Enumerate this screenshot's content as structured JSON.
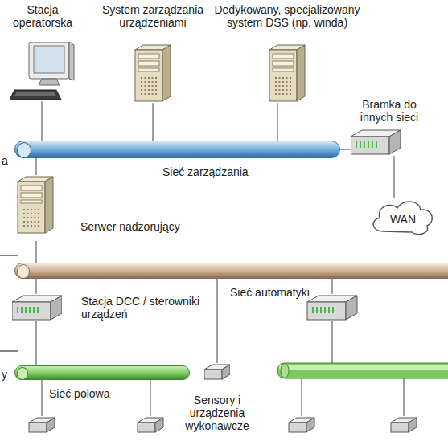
{
  "diagram": {
    "nodes": [
      {
        "text": [
          "Stacja operatorska"
        ]
      },
      {
        "text": [
          "System zarządzania urządzeniami"
        ]
      },
      {
        "text": [
          "Dedykowany, specjalizowany system DSS (np. winda)"
        ]
      },
      {
        "text": [
          "Bramka do innych sieci"
        ]
      },
      {
        "text": [
          "Sieć zarządzania"
        ]
      },
      {
        "text": [
          "WAN"
        ]
      },
      {
        "text": [
          "Serwer nadzorujący"
        ]
      },
      {
        "text": [
          "Sieć automatyki"
        ]
      },
      {
        "text": [
          "Stacja DCC / sterowniki urządzeń"
        ]
      },
      {
        "text": [
          "Sensory i urządzenia wykonawcze"
        ]
      },
      {
        "text": [
          "Sieć polowa"
        ]
      }
    ],
    "edges": [
      {
        "from": 0,
        "to": 4,
        "arrow": "none"
      },
      {
        "from": 1,
        "to": 4,
        "arrow": "none"
      },
      {
        "from": 2,
        "to": 4,
        "arrow": "none"
      },
      {
        "from": 3,
        "to": 4,
        "arrow": "none"
      },
      {
        "from": 3,
        "to": 5,
        "arrow": "none"
      },
      {
        "from": 4,
        "to": 6,
        "arrow": "none"
      },
      {
        "from": 6,
        "to": 7,
        "arrow": "none"
      },
      {
        "from": 7,
        "to": 8,
        "arrow": "none"
      },
      {
        "from": 8,
        "to": 10,
        "arrow": "none"
      },
      {
        "from": 7,
        "to": 9,
        "arrow": "none"
      }
    ],
    "labels": [
      "a",
      "y"
    ]
  }
}
